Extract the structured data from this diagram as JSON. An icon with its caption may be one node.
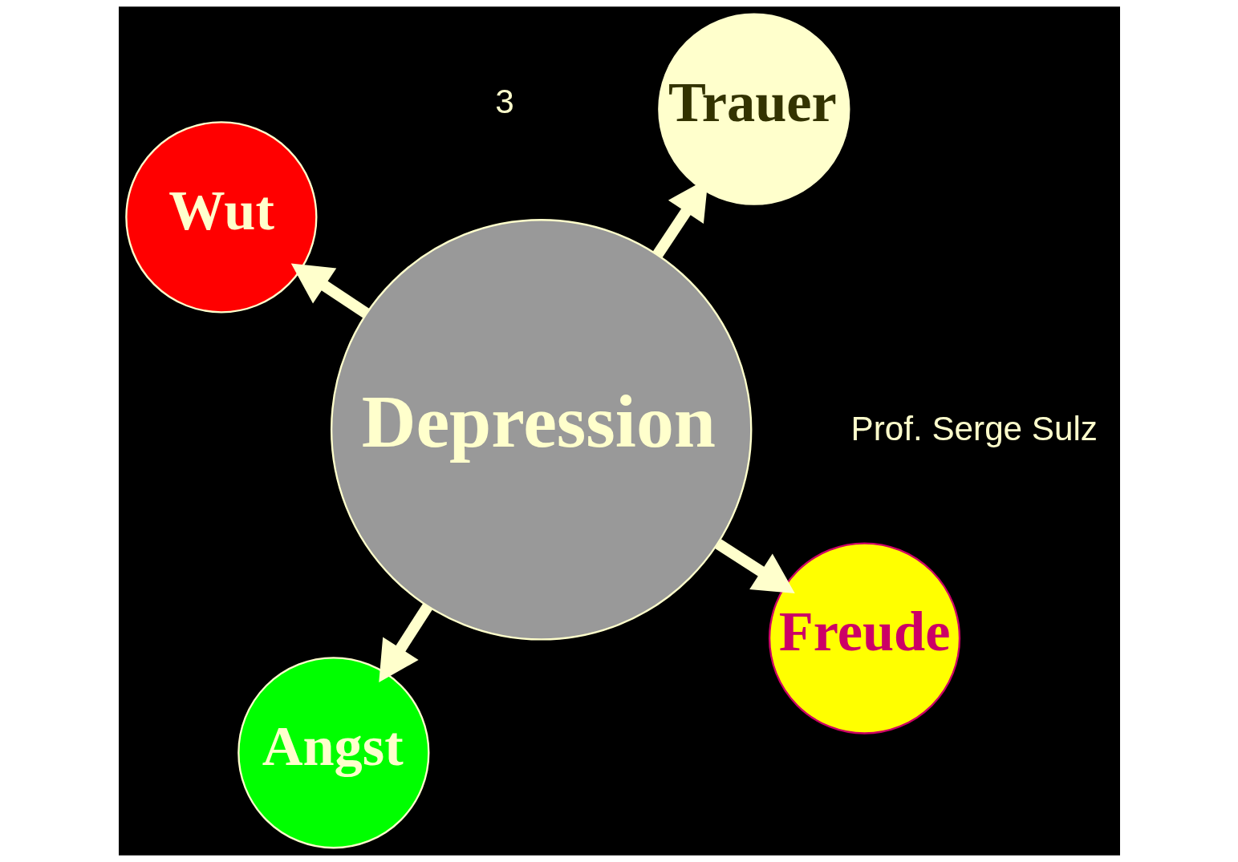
{
  "diagram": {
    "nodes": [
      {
        "text": [
          "Depression"
        ]
      },
      {
        "text": [
          "Freude"
        ]
      },
      {
        "text": [
          "Angst"
        ]
      },
      {
        "text": [
          "Wut"
        ]
      },
      {
        "text": [
          "Trauer"
        ]
      }
    ],
    "edges": [
      {
        "from": 0,
        "to": 1,
        "arrow": "to"
      },
      {
        "from": 0,
        "to": 2,
        "arrow": "to"
      },
      {
        "from": 0,
        "to": 3,
        "arrow": "to"
      },
      {
        "from": 0,
        "to": 4,
        "arrow": "to"
      }
    ],
    "labels": [
      "Prof. Serge Sulz",
      "3"
    ]
  }
}
